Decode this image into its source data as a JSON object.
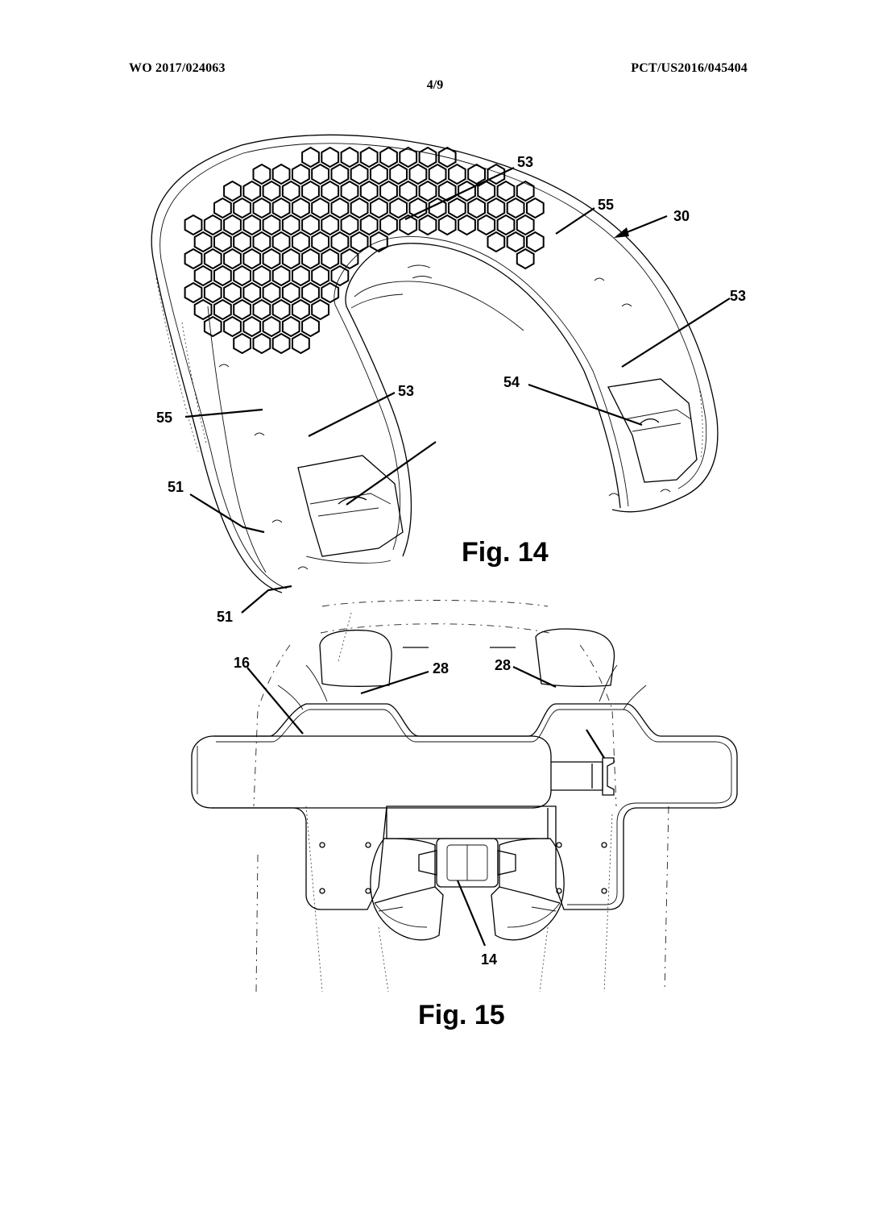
{
  "header": {
    "publication_number": "WO 2017/024063",
    "application_number": "PCT/US2016/045404",
    "sheet": "4/9"
  },
  "figure14": {
    "caption": "Fig. 14",
    "reference_numerals": {
      "device": "30",
      "hex_upper": "53",
      "right_upper": "53",
      "left_mid": "53",
      "edge_right": "55",
      "edge_left": "55",
      "clip": "54",
      "outer_upper": "51",
      "outer_lower": "51"
    }
  },
  "figure15": {
    "caption": "Fig. 15",
    "reference_numerals": {
      "vest": "16",
      "strap_left": "28",
      "strap_right": "28",
      "buckle": "14"
    }
  }
}
